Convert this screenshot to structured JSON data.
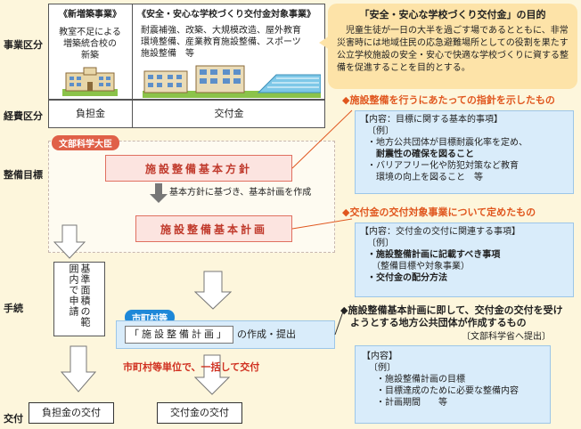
{
  "row_labels": {
    "project": "事業区分",
    "expense": "経費区分",
    "goal": "整備目標",
    "procedure": "手続",
    "grant": "交付"
  },
  "project_left": {
    "title": "《新増築事業》",
    "desc": "教室不足による\n増築統合校の\n新築"
  },
  "project_right": {
    "title": "《安全・安心な学校づくり交付金対象事業》",
    "desc": "耐震補強、改築、大規模改造、屋外教育\n環境整備、産業教育施設整備、スポーツ\n施設整備　等"
  },
  "expense": {
    "left": "負担金",
    "right": "交付金"
  },
  "purpose": {
    "title": "「安全・安心な学校づくり交付金」の目的",
    "body": "児童生徒が一日の大半を過ごす場であるとともに、非常災害時には地域住民の応急避難場所としての役割を果たす公立学校施設の安全・安心で快適な学校づくりに資する整備を促進することを目的とする。"
  },
  "mext_badge": "文部科学大臣",
  "policy_box": "施設整備基本方針",
  "step_text": "基本方針に基づき、基本計画を作成",
  "plan_box": "施設整備基本計画",
  "apply_text": "基準面積の範囲内で申請",
  "city_badge": "市町村等",
  "facility_plan": {
    "box": "「施設整備計画」",
    "suffix": "の作成・提出"
  },
  "bulk_grant": "市町村等単位で、一括して交付",
  "grant_left": "負担金の交付",
  "grant_right": "交付金の交付",
  "guideline": {
    "heading": "◆施設整備を行うにあたっての指針を示したもの",
    "lines": [
      "【内容：目標に関する基本的事項】",
      "〔例〕",
      "・地方公共団体が目標耐震化率を定め、",
      "　耐震性の確保を図ること",
      "・バリアフリー化や防犯対策など教育",
      "　環境の向上を図ること　等"
    ]
  },
  "target": {
    "heading": "◆交付金の交付対象事業について定めたもの",
    "lines": [
      "【内容：交付金の交付に関連する事項】",
      "〔例〕",
      "・施設整備計画に記載すべき事項",
      "　（整備目標や対象事業）",
      "・交付金の配分方法"
    ]
  },
  "plan_note": {
    "heading": "◆施設整備基本計画に即して、交付金の交付を受け\n　ようとする地方公共団体が作成するもの",
    "submit": "〔文部科学省へ提出〕",
    "lines": [
      "【内容】",
      "〔例〕",
      "・施設整備計画の目標",
      "・目標達成のために必要な整備内容",
      "・計画期間　　等"
    ]
  }
}
